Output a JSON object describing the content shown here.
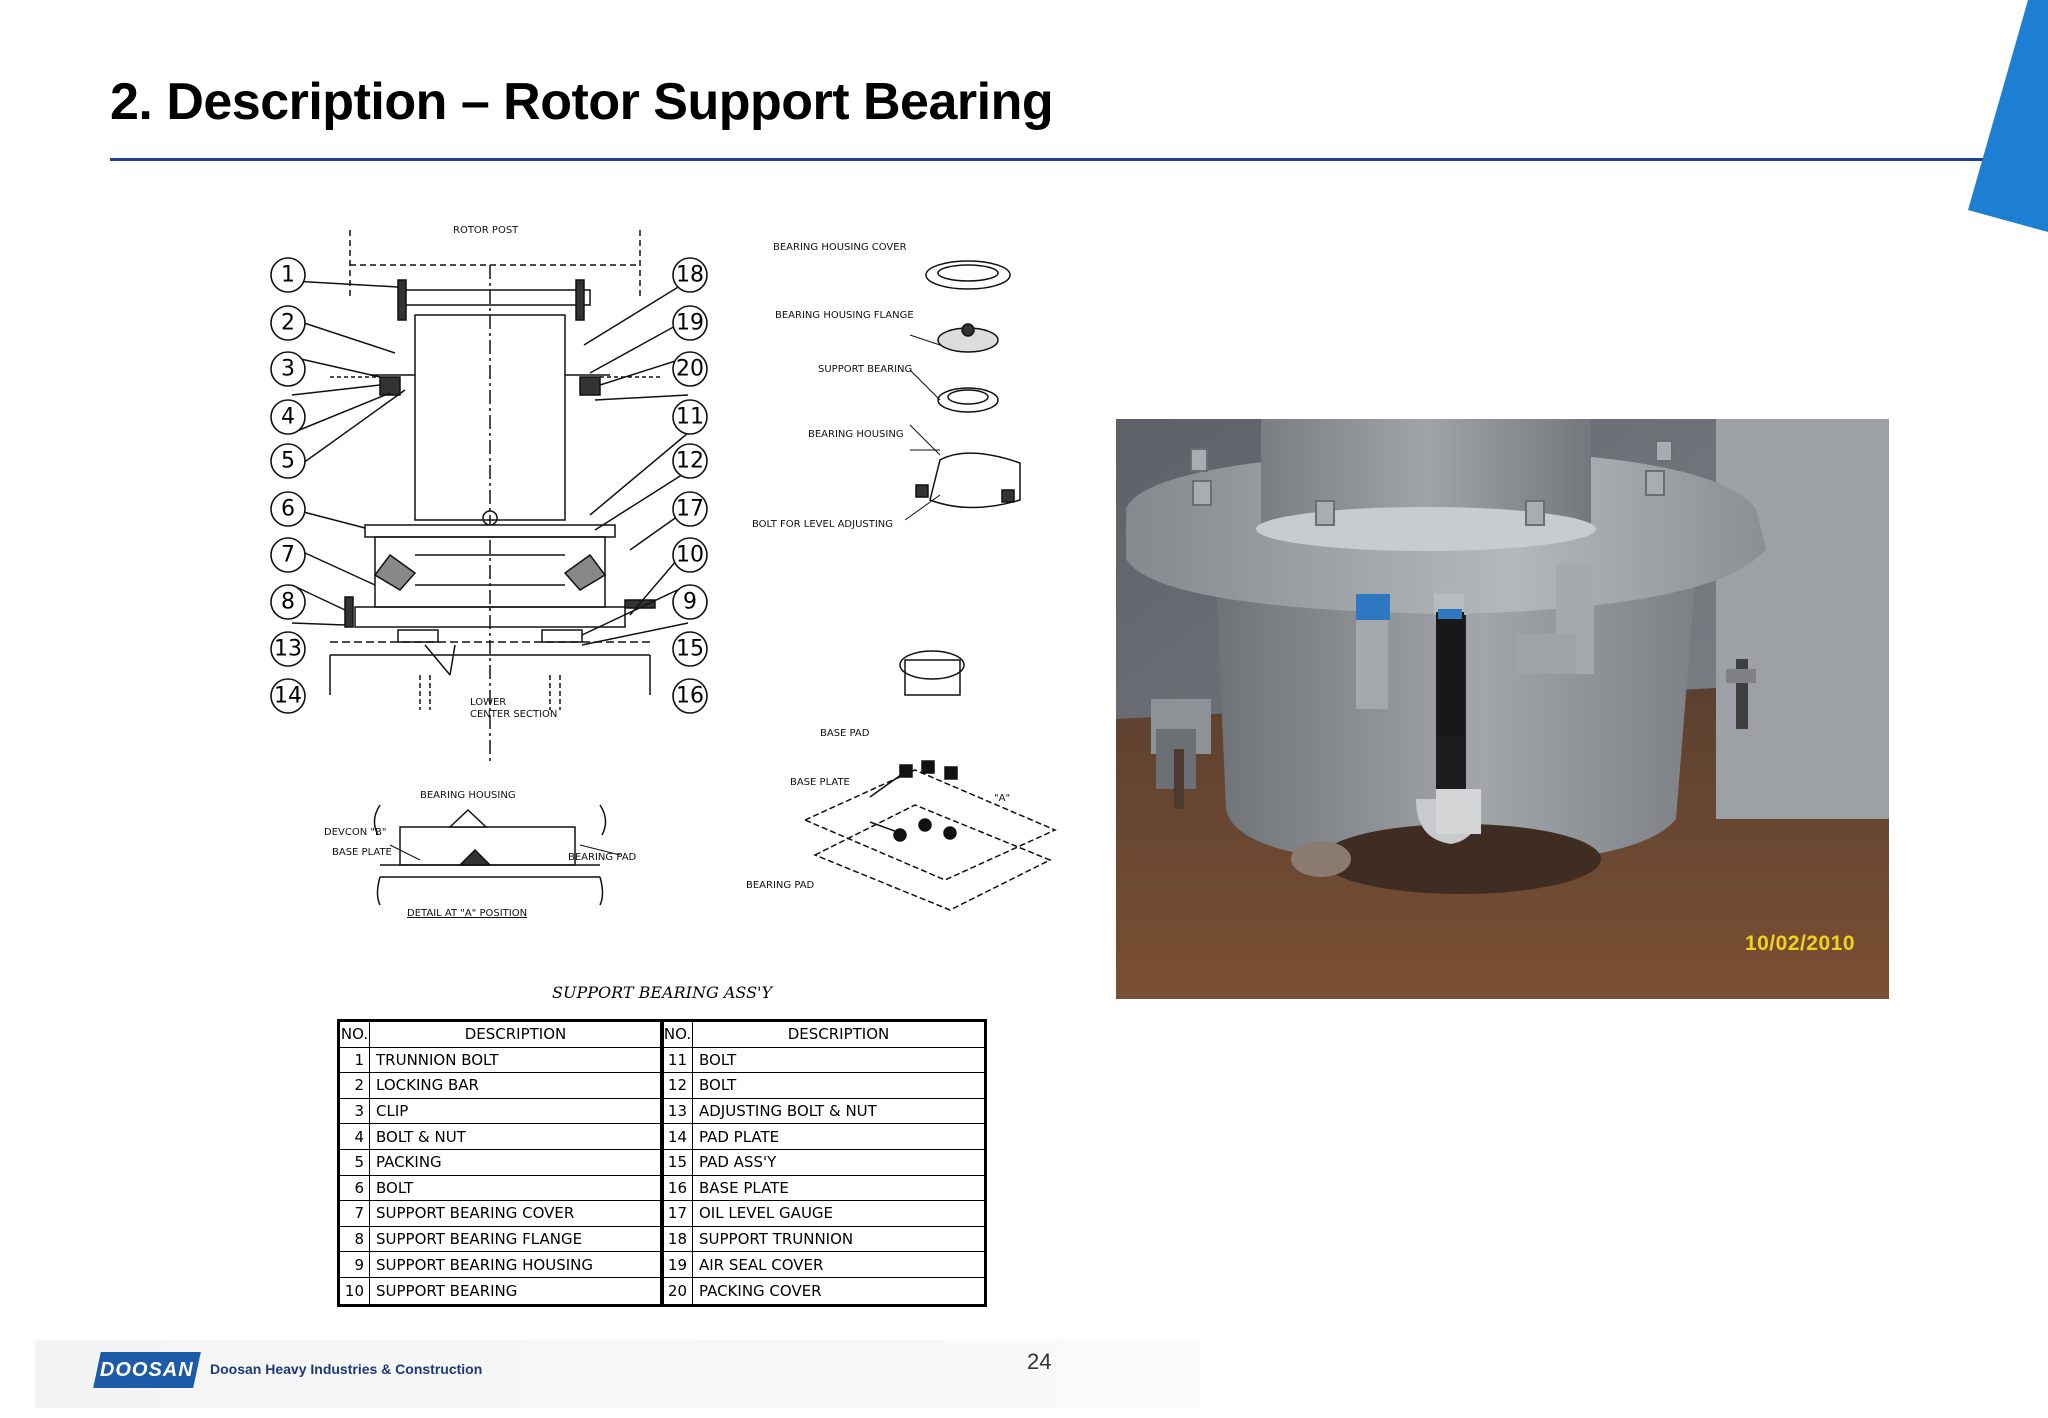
{
  "slide": {
    "title": "2. Description – Rotor Support Bearing",
    "page_number": "24",
    "company": "Doosan Heavy Industries & Construction",
    "logo_text": "DOOSAN",
    "photo_date": "10/02/2010",
    "brand_color": "#1d5aa7",
    "rule_color": "#1f3f8f"
  },
  "drawing": {
    "section_labels": {
      "rotor_post": "ROTOR POST",
      "lower_center_1": "LOWER",
      "lower_center_2": "CENTER SECTION"
    },
    "callouts_left": [
      "1",
      "2",
      "3",
      "4",
      "5",
      "6",
      "7",
      "8",
      "13",
      "14"
    ],
    "callouts_right": [
      "18",
      "19",
      "20",
      "11",
      "12",
      "17",
      "10",
      "9",
      "15",
      "16"
    ],
    "exploded_labels": {
      "cover": "BEARING HOUSING COVER",
      "flange": "BEARING HOUSING FLANGE",
      "support": "SUPPORT BEARING",
      "housing": "BEARING HOUSING",
      "bolt": "BOLT FOR LEVEL ADJUSTING"
    },
    "detail_labels": {
      "housing": "BEARING HOUSING",
      "devcon": "DEVCON \"B\"",
      "base_plate": "BASE PLATE",
      "pad": "BEARING PAD",
      "caption": "DETAIL AT \"A\" POSITION"
    },
    "base_labels": {
      "base_pad": "BASE PAD",
      "base_plate": "BASE PLATE",
      "a_mark": "\"A\"",
      "bearing_pad": "BEARING PAD"
    }
  },
  "table": {
    "caption": "SUPPORT BEARING ASS'Y",
    "headers": {
      "no": "NO.",
      "description": "DESCRIPTION"
    },
    "left": [
      {
        "no": "1",
        "description": "TRUNNION BOLT"
      },
      {
        "no": "2",
        "description": "LOCKING BAR"
      },
      {
        "no": "3",
        "description": "CLIP"
      },
      {
        "no": "4",
        "description": "BOLT & NUT"
      },
      {
        "no": "5",
        "description": "PACKING"
      },
      {
        "no": "6",
        "description": "BOLT"
      },
      {
        "no": "7",
        "description": "SUPPORT BEARING COVER"
      },
      {
        "no": "8",
        "description": "SUPPORT BEARING FLANGE"
      },
      {
        "no": "9",
        "description": "SUPPORT BEARING HOUSING"
      },
      {
        "no": "10",
        "description": "SUPPORT BEARING"
      }
    ],
    "right": [
      {
        "no": "11",
        "description": "BOLT"
      },
      {
        "no": "12",
        "description": "BOLT"
      },
      {
        "no": "13",
        "description": "ADJUSTING BOLT & NUT"
      },
      {
        "no": "14",
        "description": "PAD PLATE"
      },
      {
        "no": "15",
        "description": "PAD ASS'Y"
      },
      {
        "no": "16",
        "description": "BASE PLATE"
      },
      {
        "no": "17",
        "description": "OIL LEVEL GAUGE"
      },
      {
        "no": "18",
        "description": "SUPPORT TRUNNION"
      },
      {
        "no": "19",
        "description": "AIR SEAL COVER"
      },
      {
        "no": "20",
        "description": "PACKING COVER"
      }
    ]
  }
}
